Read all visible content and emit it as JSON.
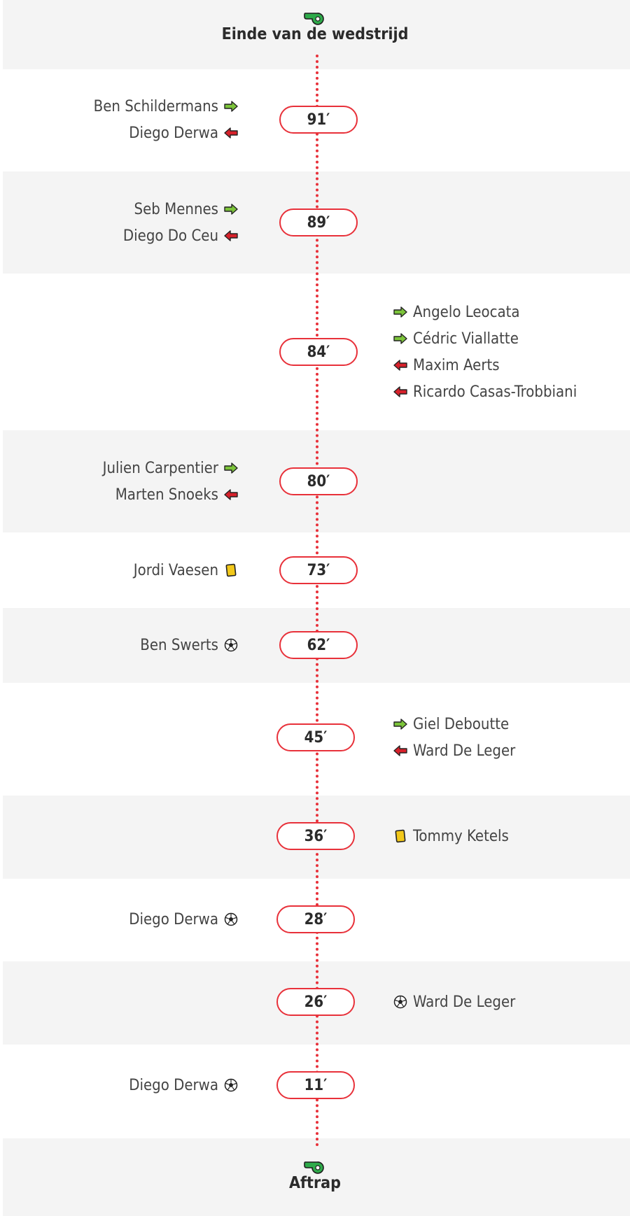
{
  "timeline": {
    "end_label": "Einde van de wedstrijd",
    "start_label": "Aftrap",
    "end_icon": "whistle-icon",
    "start_icon": "whistle-icon",
    "colors": {
      "accent": "#e8313a",
      "sub_in": "#7cc43a",
      "sub_out": "#d7212b",
      "yellow_card": "#f2c81a"
    },
    "minutes": [
      {
        "minute": "91′",
        "left": [
          {
            "name": "Ben Schildermans",
            "icon": "sub-in-icon"
          },
          {
            "name": "Diego Derwa",
            "icon": "sub-out-icon"
          }
        ],
        "right": []
      },
      {
        "minute": "89′",
        "left": [
          {
            "name": "Seb Mennes",
            "icon": "sub-in-icon"
          },
          {
            "name": "Diego Do Ceu",
            "icon": "sub-out-icon"
          }
        ],
        "right": []
      },
      {
        "minute": "84′",
        "left": [],
        "right": [
          {
            "name": "Angelo Leocata",
            "icon": "sub-in-icon"
          },
          {
            "name": "Cédric Viallatte",
            "icon": "sub-in-icon"
          },
          {
            "name": "Maxim Aerts",
            "icon": "sub-out-icon"
          },
          {
            "name": "Ricardo Casas-Trobbiani",
            "icon": "sub-out-icon"
          }
        ]
      },
      {
        "minute": "80′",
        "left": [
          {
            "name": "Julien Carpentier",
            "icon": "sub-in-icon"
          },
          {
            "name": "Marten Snoeks",
            "icon": "sub-out-icon"
          }
        ],
        "right": []
      },
      {
        "minute": "73′",
        "left": [
          {
            "name": "Jordi Vaesen",
            "icon": "yellow-card-icon"
          }
        ],
        "right": []
      },
      {
        "minute": "62′",
        "left": [
          {
            "name": "Ben Swerts",
            "icon": "goal-ball-icon"
          }
        ],
        "right": []
      },
      {
        "minute": "45′",
        "left": [],
        "right": [
          {
            "name": "Giel Deboutte",
            "icon": "sub-in-icon"
          },
          {
            "name": "Ward De Leger",
            "icon": "sub-out-icon"
          }
        ]
      },
      {
        "minute": "36′",
        "left": [],
        "right": [
          {
            "name": "Tommy Ketels",
            "icon": "yellow-card-icon"
          }
        ]
      },
      {
        "minute": "28′",
        "left": [
          {
            "name": "Diego Derwa",
            "icon": "goal-ball-icon"
          }
        ],
        "right": []
      },
      {
        "minute": "26′",
        "left": [],
        "right": [
          {
            "name": "Ward De Leger",
            "icon": "goal-ball-icon"
          }
        ]
      },
      {
        "minute": "11′",
        "left": [
          {
            "name": "Diego Derwa",
            "icon": "goal-ball-icon"
          }
        ],
        "right": []
      }
    ]
  }
}
